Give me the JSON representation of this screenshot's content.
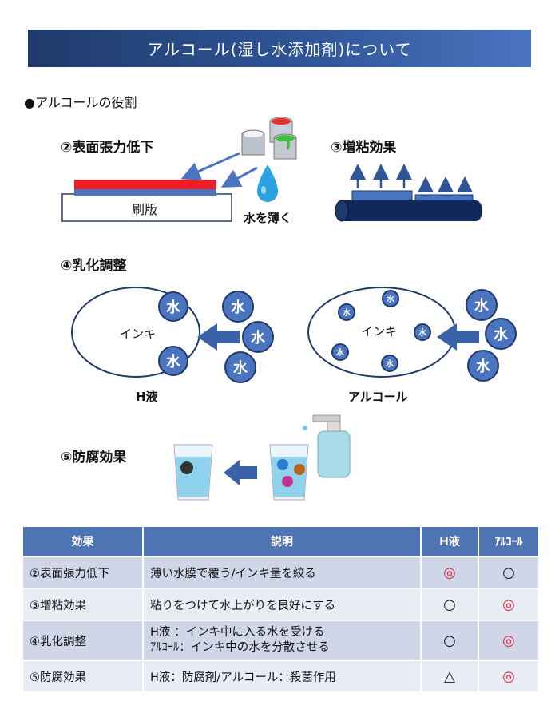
{
  "header": {
    "title": "アルコール(湿し水添加剤)について"
  },
  "section": {
    "heading": "●アルコールの役割"
  },
  "fig2": {
    "label": "②表面張力低下",
    "plate_label": "刷版",
    "water_label": "水を薄く"
  },
  "fig3": {
    "label": "③増粘効果"
  },
  "fig4": {
    "label": "④乳化調整",
    "ink": "インキ",
    "water": "水",
    "left_caption": "H液",
    "right_caption": "アルコール"
  },
  "fig5": {
    "label": "⑤防腐効果"
  },
  "colors": {
    "banner": "#2f5597",
    "table_header": "#4f74b4",
    "double_circle": "#e0283a"
  },
  "table": {
    "headers": [
      "効果",
      "説明",
      "H液",
      "ｱﾙｺｰﾙ"
    ],
    "rows": [
      {
        "effect": "②表面張力低下",
        "desc": [
          "薄い水膜で覆う/インキ量を絞る"
        ],
        "h": "◎",
        "alc": "○"
      },
      {
        "effect": "③増粘効果",
        "desc": [
          "粘りをつけて水上がりを良好にする"
        ],
        "h": "○",
        "alc": "◎"
      },
      {
        "effect": "④乳化調整",
        "desc": [
          "H液 ：インキ中に入る水を受ける",
          "ｱﾙｺｰﾙ：インキ中の水を分散させる"
        ],
        "h": "○",
        "alc": "◎"
      },
      {
        "effect": "⑤防腐効果",
        "desc": [
          "H液：防腐剤/アルコール：殺菌作用"
        ],
        "h": "△",
        "alc": "◎"
      }
    ]
  }
}
